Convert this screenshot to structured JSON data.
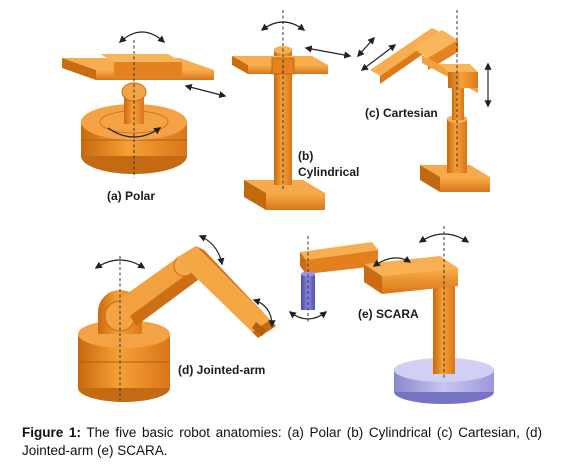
{
  "figure": {
    "panels": {
      "polar": "(a) Polar",
      "cylindrical_line1": "(b)",
      "cylindrical_line2": "Cylindrical",
      "cartesian": "(c) Cartesian",
      "jointed_arm": "(d) Jointed-arm",
      "scara": "(e) SCARA"
    },
    "caption": {
      "label": "Figure 1:",
      "text": " The five basic robot anatomies: (a) Polar (b) Cylindrical (c) Cartesian, (d) Jointed-arm (e) SCARA."
    }
  },
  "colors": {
    "orange_light": "#f6a036",
    "orange_mid": "#e6821a",
    "orange_dark": "#b75e0c",
    "base_purple": "#b9b6ea",
    "base_purple_dark": "#8a86cf",
    "wrist_blue": "#6a66c7"
  }
}
